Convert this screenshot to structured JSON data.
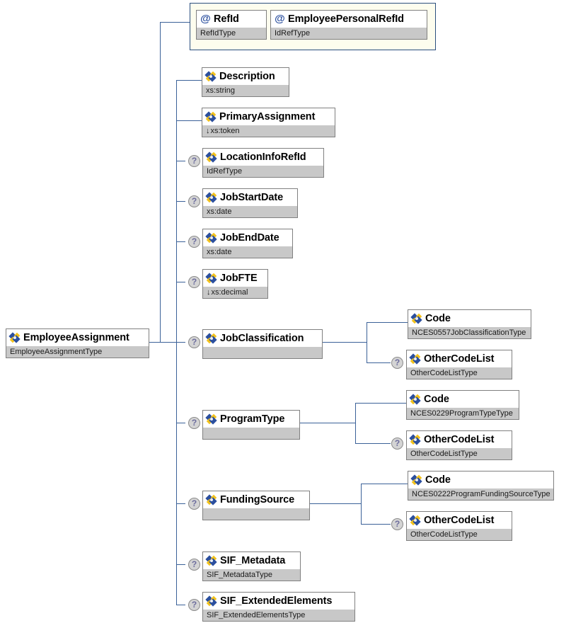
{
  "diagram": {
    "title": "EmployeeAssignment XML Schema Diagram",
    "type": "xsd-element-tree",
    "colors": {
      "connector": "#3b6198",
      "box_border": "#808080",
      "type_row_bg": "#c8c8c8",
      "attr_group_border": "#2b4f7e",
      "attr_group_bg": "#fdfdee",
      "element_icon_blue": "#2b4f9e",
      "element_icon_yellow": "#f2c21c",
      "optional_marker_bg": "#d4d4d4"
    }
  },
  "root": {
    "name": "EmployeeAssignment",
    "type": "EmployeeAssignmentType",
    "icon": "element-icon",
    "optional": false
  },
  "attributes": [
    {
      "name": "RefId",
      "type": "RefIdType",
      "icon": "attribute-icon",
      "optional": false
    },
    {
      "name": "EmployeePersonalRefId",
      "type": "IdRefType",
      "icon": "attribute-icon",
      "optional": false
    }
  ],
  "children": [
    {
      "name": "Description",
      "type": "xs:string",
      "icon": "element-icon",
      "optional": false,
      "restricted": false
    },
    {
      "name": "PrimaryAssignment",
      "type": "xs:token",
      "icon": "element-icon",
      "optional": false,
      "restricted": true
    },
    {
      "name": "LocationInfoRefId",
      "type": "IdRefType",
      "icon": "element-icon",
      "optional": true,
      "restricted": false
    },
    {
      "name": "JobStartDate",
      "type": "xs:date",
      "icon": "element-icon",
      "optional": true,
      "restricted": false
    },
    {
      "name": "JobEndDate",
      "type": "xs:date",
      "icon": "element-icon",
      "optional": true,
      "restricted": false
    },
    {
      "name": "JobFTE",
      "type": "xs:decimal",
      "icon": "element-icon",
      "optional": true,
      "restricted": true
    },
    {
      "name": "JobClassification",
      "type": "",
      "icon": "element-icon",
      "optional": true,
      "restricted": false,
      "children": [
        {
          "name": "Code",
          "type": "NCES0557JobClassificationType",
          "icon": "element-icon",
          "optional": false
        },
        {
          "name": "OtherCodeList",
          "type": "OtherCodeListType",
          "icon": "element-icon",
          "optional": true
        }
      ]
    },
    {
      "name": "ProgramType",
      "type": "",
      "icon": "element-icon",
      "optional": true,
      "restricted": false,
      "children": [
        {
          "name": "Code",
          "type": "NCES0229ProgramTypeType",
          "icon": "element-icon",
          "optional": false
        },
        {
          "name": "OtherCodeList",
          "type": "OtherCodeListType",
          "icon": "element-icon",
          "optional": true
        }
      ]
    },
    {
      "name": "FundingSource",
      "type": "",
      "icon": "element-icon",
      "optional": true,
      "restricted": false,
      "children": [
        {
          "name": "Code",
          "type": "NCES0222ProgramFundingSourceType",
          "icon": "element-icon",
          "optional": false
        },
        {
          "name": "OtherCodeList",
          "type": "OtherCodeListType",
          "icon": "element-icon",
          "optional": true
        }
      ]
    },
    {
      "name": "SIF_Metadata",
      "type": "SIF_MetadataType",
      "icon": "element-icon",
      "optional": true,
      "restricted": false
    },
    {
      "name": "SIF_ExtendedElements",
      "type": "SIF_ExtendedElementsType",
      "icon": "element-icon",
      "optional": true,
      "restricted": false
    }
  ],
  "markers": {
    "optional_glyph": "?",
    "restriction_glyph": "↓",
    "attribute_glyph": "@"
  }
}
